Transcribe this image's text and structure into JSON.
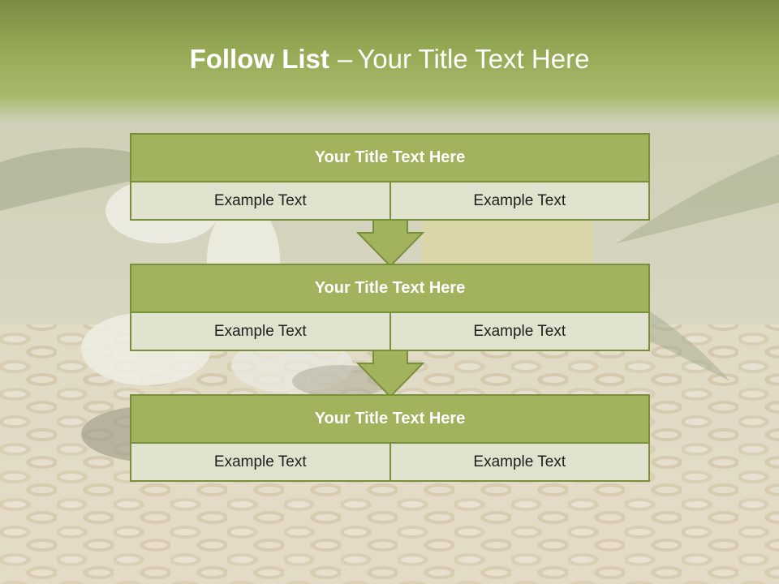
{
  "slide": {
    "title_bold": "Follow List",
    "title_dash": "–",
    "title_rest": "Your Title Text Here"
  },
  "steps": [
    {
      "title": "Your Title Text Here",
      "left": "Example Text",
      "right": "Example Text"
    },
    {
      "title": "Your Title Text Here",
      "left": "Example Text",
      "right": "Example Text"
    },
    {
      "title": "Your Title Text Here",
      "left": "Example Text",
      "right": "Example Text"
    }
  ],
  "colors": {
    "title_bar": "#97ab56",
    "box_header": "#a2b35e",
    "box_body": "#dfe3cd",
    "border": "#7a8f3c",
    "arrow": "#a2b35e"
  }
}
